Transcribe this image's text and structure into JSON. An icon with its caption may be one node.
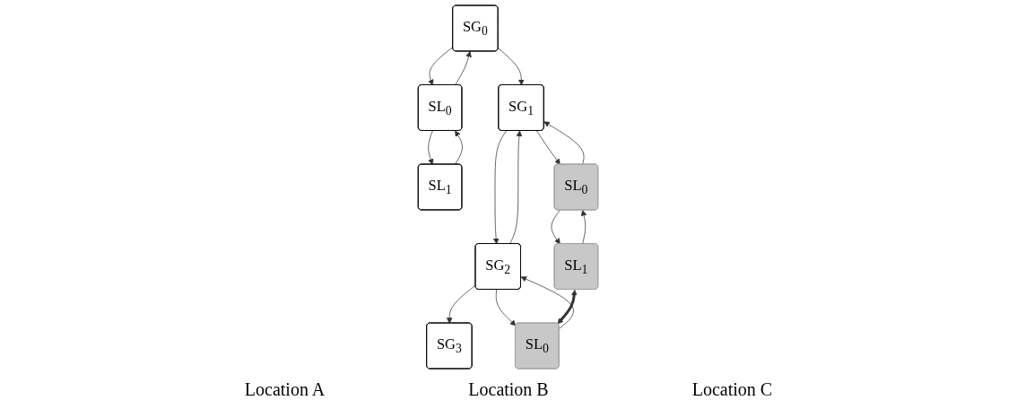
{
  "diagram": {
    "nodes": [
      {
        "text": [
          "SG$_{0}$"
        ]
      },
      {
        "text": [
          "SG$_{1}$"
        ]
      },
      {
        "text": [
          "SG$_{2}$"
        ]
      },
      {
        "text": [
          "SG$_{3}$"
        ]
      },
      {
        "text": [
          "SL$_{0}$"
        ]
      },
      {
        "text": [
          "SL$_{1}$"
        ]
      },
      {
        "text": [
          "SL$_{0}$"
        ]
      },
      {
        "text": [
          "SL$_{1}$"
        ]
      },
      {
        "text": [
          "SL$_{0}$"
        ]
      }
    ],
    "edges": [
      {
        "from": 0,
        "to": 1,
        "arrow": "to"
      },
      {
        "from": 1,
        "to": 2,
        "arrow": "to"
      },
      {
        "from": 2,
        "to": 1,
        "arrow": "to"
      },
      {
        "from": 2,
        "to": 3,
        "arrow": "to"
      },
      {
        "from": 0,
        "to": 4,
        "arrow": "to"
      },
      {
        "from": 4,
        "to": 0,
        "arrow": "to"
      },
      {
        "from": 4,
        "to": 5,
        "arrow": "to"
      },
      {
        "from": 5,
        "to": 4,
        "arrow": "to"
      },
      {
        "from": 1,
        "to": 6,
        "arrow": "to"
      },
      {
        "from": 6,
        "to": 1,
        "arrow": "to"
      },
      {
        "from": 6,
        "to": 7,
        "arrow": "to"
      },
      {
        "from": 7,
        "to": 6,
        "arrow": "to"
      },
      {
        "from": 2,
        "to": 8,
        "arrow": "to"
      },
      {
        "from": 8,
        "to": 2,
        "arrow": "to"
      },
      {
        "from": 7,
        "to": 8,
        "arrow": "both",
        "style": "thick"
      }
    ],
    "labels": [
      "Location A",
      "Location B",
      "Location C"
    ]
  }
}
